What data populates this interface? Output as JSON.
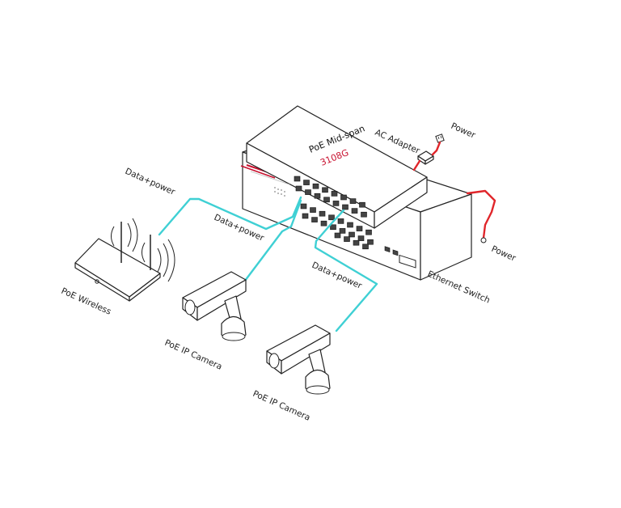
{
  "colors": {
    "data_power_cable": "#3fd0d4",
    "power_cable": "#e0262b",
    "outline": "#222222",
    "brand_accent": "#c8102e"
  },
  "midspan": {
    "title": "PoE Mid-span",
    "model": "3108G"
  },
  "labels": {
    "ac_adapter": "AC Adapter",
    "power_top": "Power",
    "power_right": "Power",
    "ethernet_switch": "Ethernet Switch",
    "data_power_1": "Data+power",
    "data_power_2": "Data+power",
    "data_power_3": "Data+power",
    "poe_wireless": "PoE Wireless",
    "poe_ip_camera_1": "PoE IP Camera",
    "poe_ip_camera_2": "PoE IP Camera"
  },
  "icons": {
    "midspan": "poe-midspan-icon",
    "switch": "ethernet-switch-icon",
    "adapter": "ac-adapter-icon",
    "wireless": "wireless-router-icon",
    "camera_1": "ip-camera-icon",
    "camera_2": "ip-camera-icon",
    "plug": "power-plug-icon"
  }
}
